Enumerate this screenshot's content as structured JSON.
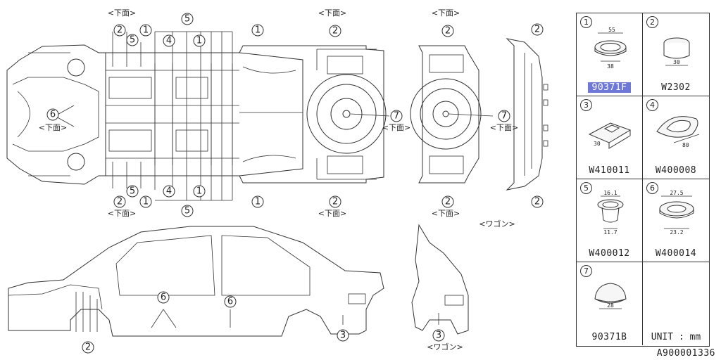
{
  "labels": {
    "underside": "<下面>",
    "wagon": "<ワゴン>"
  },
  "callouts": [
    "1",
    "2",
    "3",
    "4",
    "5",
    "6",
    "7"
  ],
  "parts": [
    {
      "num": "1",
      "code": "90371F",
      "highlighted": true,
      "dims": [
        "55",
        "38"
      ],
      "shape": "stepped-plug"
    },
    {
      "num": "2",
      "code": "W2302",
      "highlighted": false,
      "dims": [
        "30"
      ],
      "shape": "cylinder-cap"
    },
    {
      "num": "3",
      "code": "W410011",
      "highlighted": false,
      "dims": [
        "30"
      ],
      "shape": "square-plug"
    },
    {
      "num": "4",
      "code": "W400008",
      "highlighted": false,
      "dims": [
        "80"
      ],
      "shape": "triangular-plug"
    },
    {
      "num": "5",
      "code": "W400012",
      "highlighted": false,
      "dims": [
        "16.1",
        "11.7"
      ],
      "shape": "grommet"
    },
    {
      "num": "6",
      "code": "W400014",
      "highlighted": false,
      "dims": [
        "27.5",
        "23.2"
      ],
      "shape": "flat-grommet"
    },
    {
      "num": "7",
      "code": "90371B",
      "highlighted": false,
      "dims": [
        "28"
      ],
      "shape": "dome-cap"
    }
  ],
  "unit_label": "UNIT : mm",
  "reference_code": "A900001336",
  "colors": {
    "highlight": "#6d78d8",
    "line": "#333333"
  }
}
